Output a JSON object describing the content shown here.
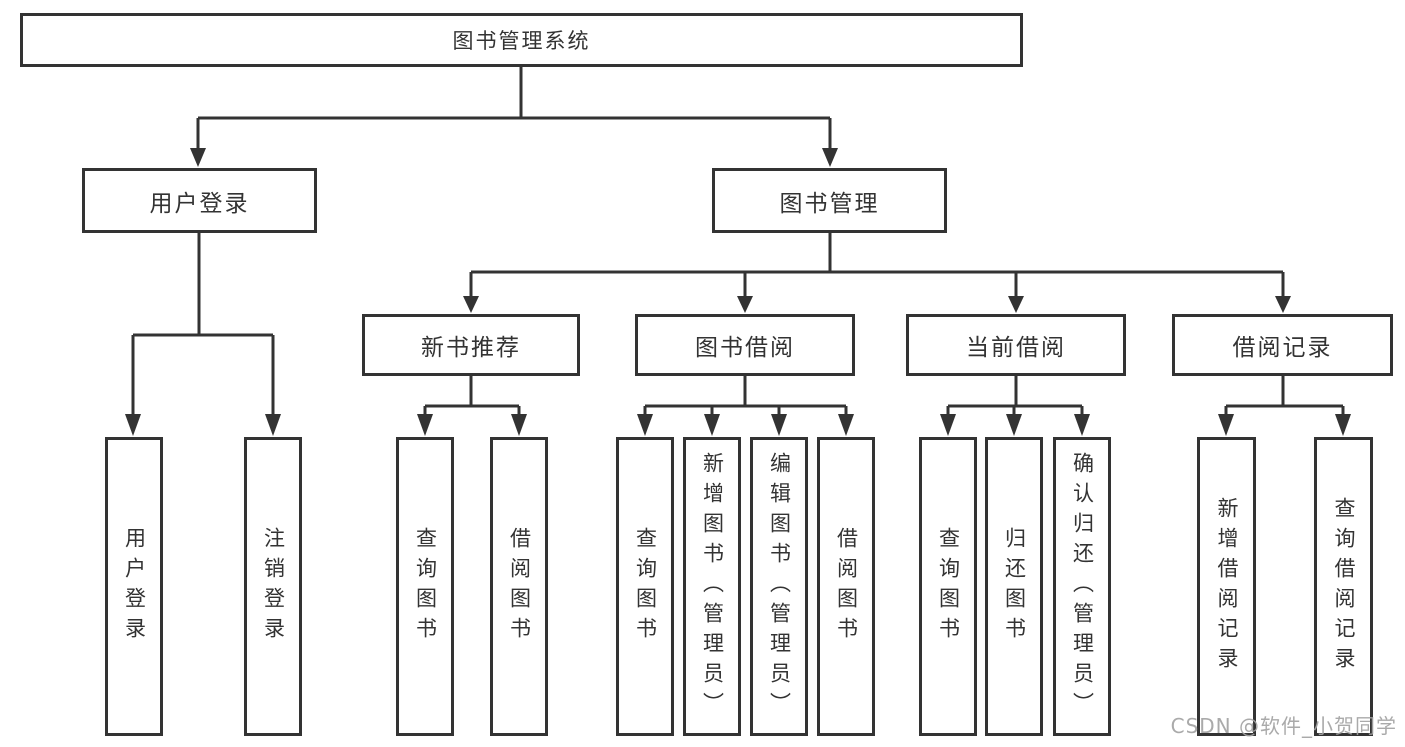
{
  "diagram": {
    "tree": {
      "label": "图书管理系统",
      "children": [
        {
          "label": "用户登录",
          "children": [
            {
              "label": "用户登录"
            },
            {
              "label": "注销登录"
            }
          ]
        },
        {
          "label": "图书管理",
          "children": [
            {
              "label": "新书推荐",
              "children": [
                {
                  "label": "查询图书"
                },
                {
                  "label": "借阅图书"
                }
              ]
            },
            {
              "label": "图书借阅",
              "children": [
                {
                  "label": "查询图书"
                },
                {
                  "label": "新增图书（管理员）"
                },
                {
                  "label": "编辑图书（管理员）"
                },
                {
                  "label": "借阅图书"
                }
              ]
            },
            {
              "label": "当前借阅",
              "children": [
                {
                  "label": "查询图书"
                },
                {
                  "label": "归还图书"
                },
                {
                  "label": "确认归还（管理员）"
                }
              ]
            },
            {
              "label": "借阅记录",
              "children": [
                {
                  "label": "新增借阅记录"
                },
                {
                  "label": "查询借阅记录"
                }
              ]
            }
          ]
        }
      ]
    },
    "colors": {
      "line": "#333333",
      "text": "#333333",
      "box_background": "#ffffff",
      "watermark": "#a3a3a3"
    }
  },
  "watermark": {
    "text": "CSDN @软件_小贺同学"
  }
}
